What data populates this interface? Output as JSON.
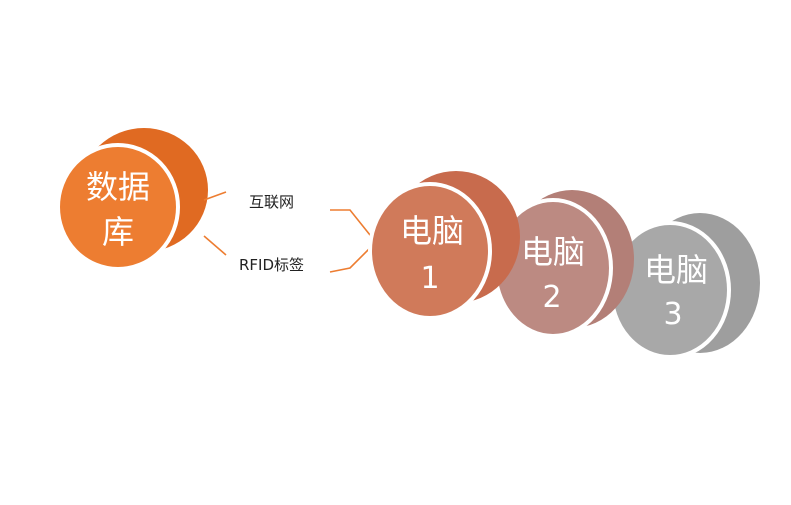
{
  "database": {
    "line1": "数据",
    "line2": "库",
    "color_front": "#ED7D31",
    "color_back": "#E06A22"
  },
  "links": {
    "internet": "互联网",
    "rfid": "RFID标签",
    "connector_color": "#ED7D31"
  },
  "computers": [
    {
      "label": "电脑",
      "number": "1",
      "color_front": "#D07A5A",
      "color_back": "#C86B4D"
    },
    {
      "label": "电脑",
      "number": "2",
      "color_front": "#BC8A82",
      "color_back": "#B37F77"
    },
    {
      "label": "电脑",
      "number": "3",
      "color_front": "#A8A8A8",
      "color_back": "#9E9E9E"
    }
  ]
}
